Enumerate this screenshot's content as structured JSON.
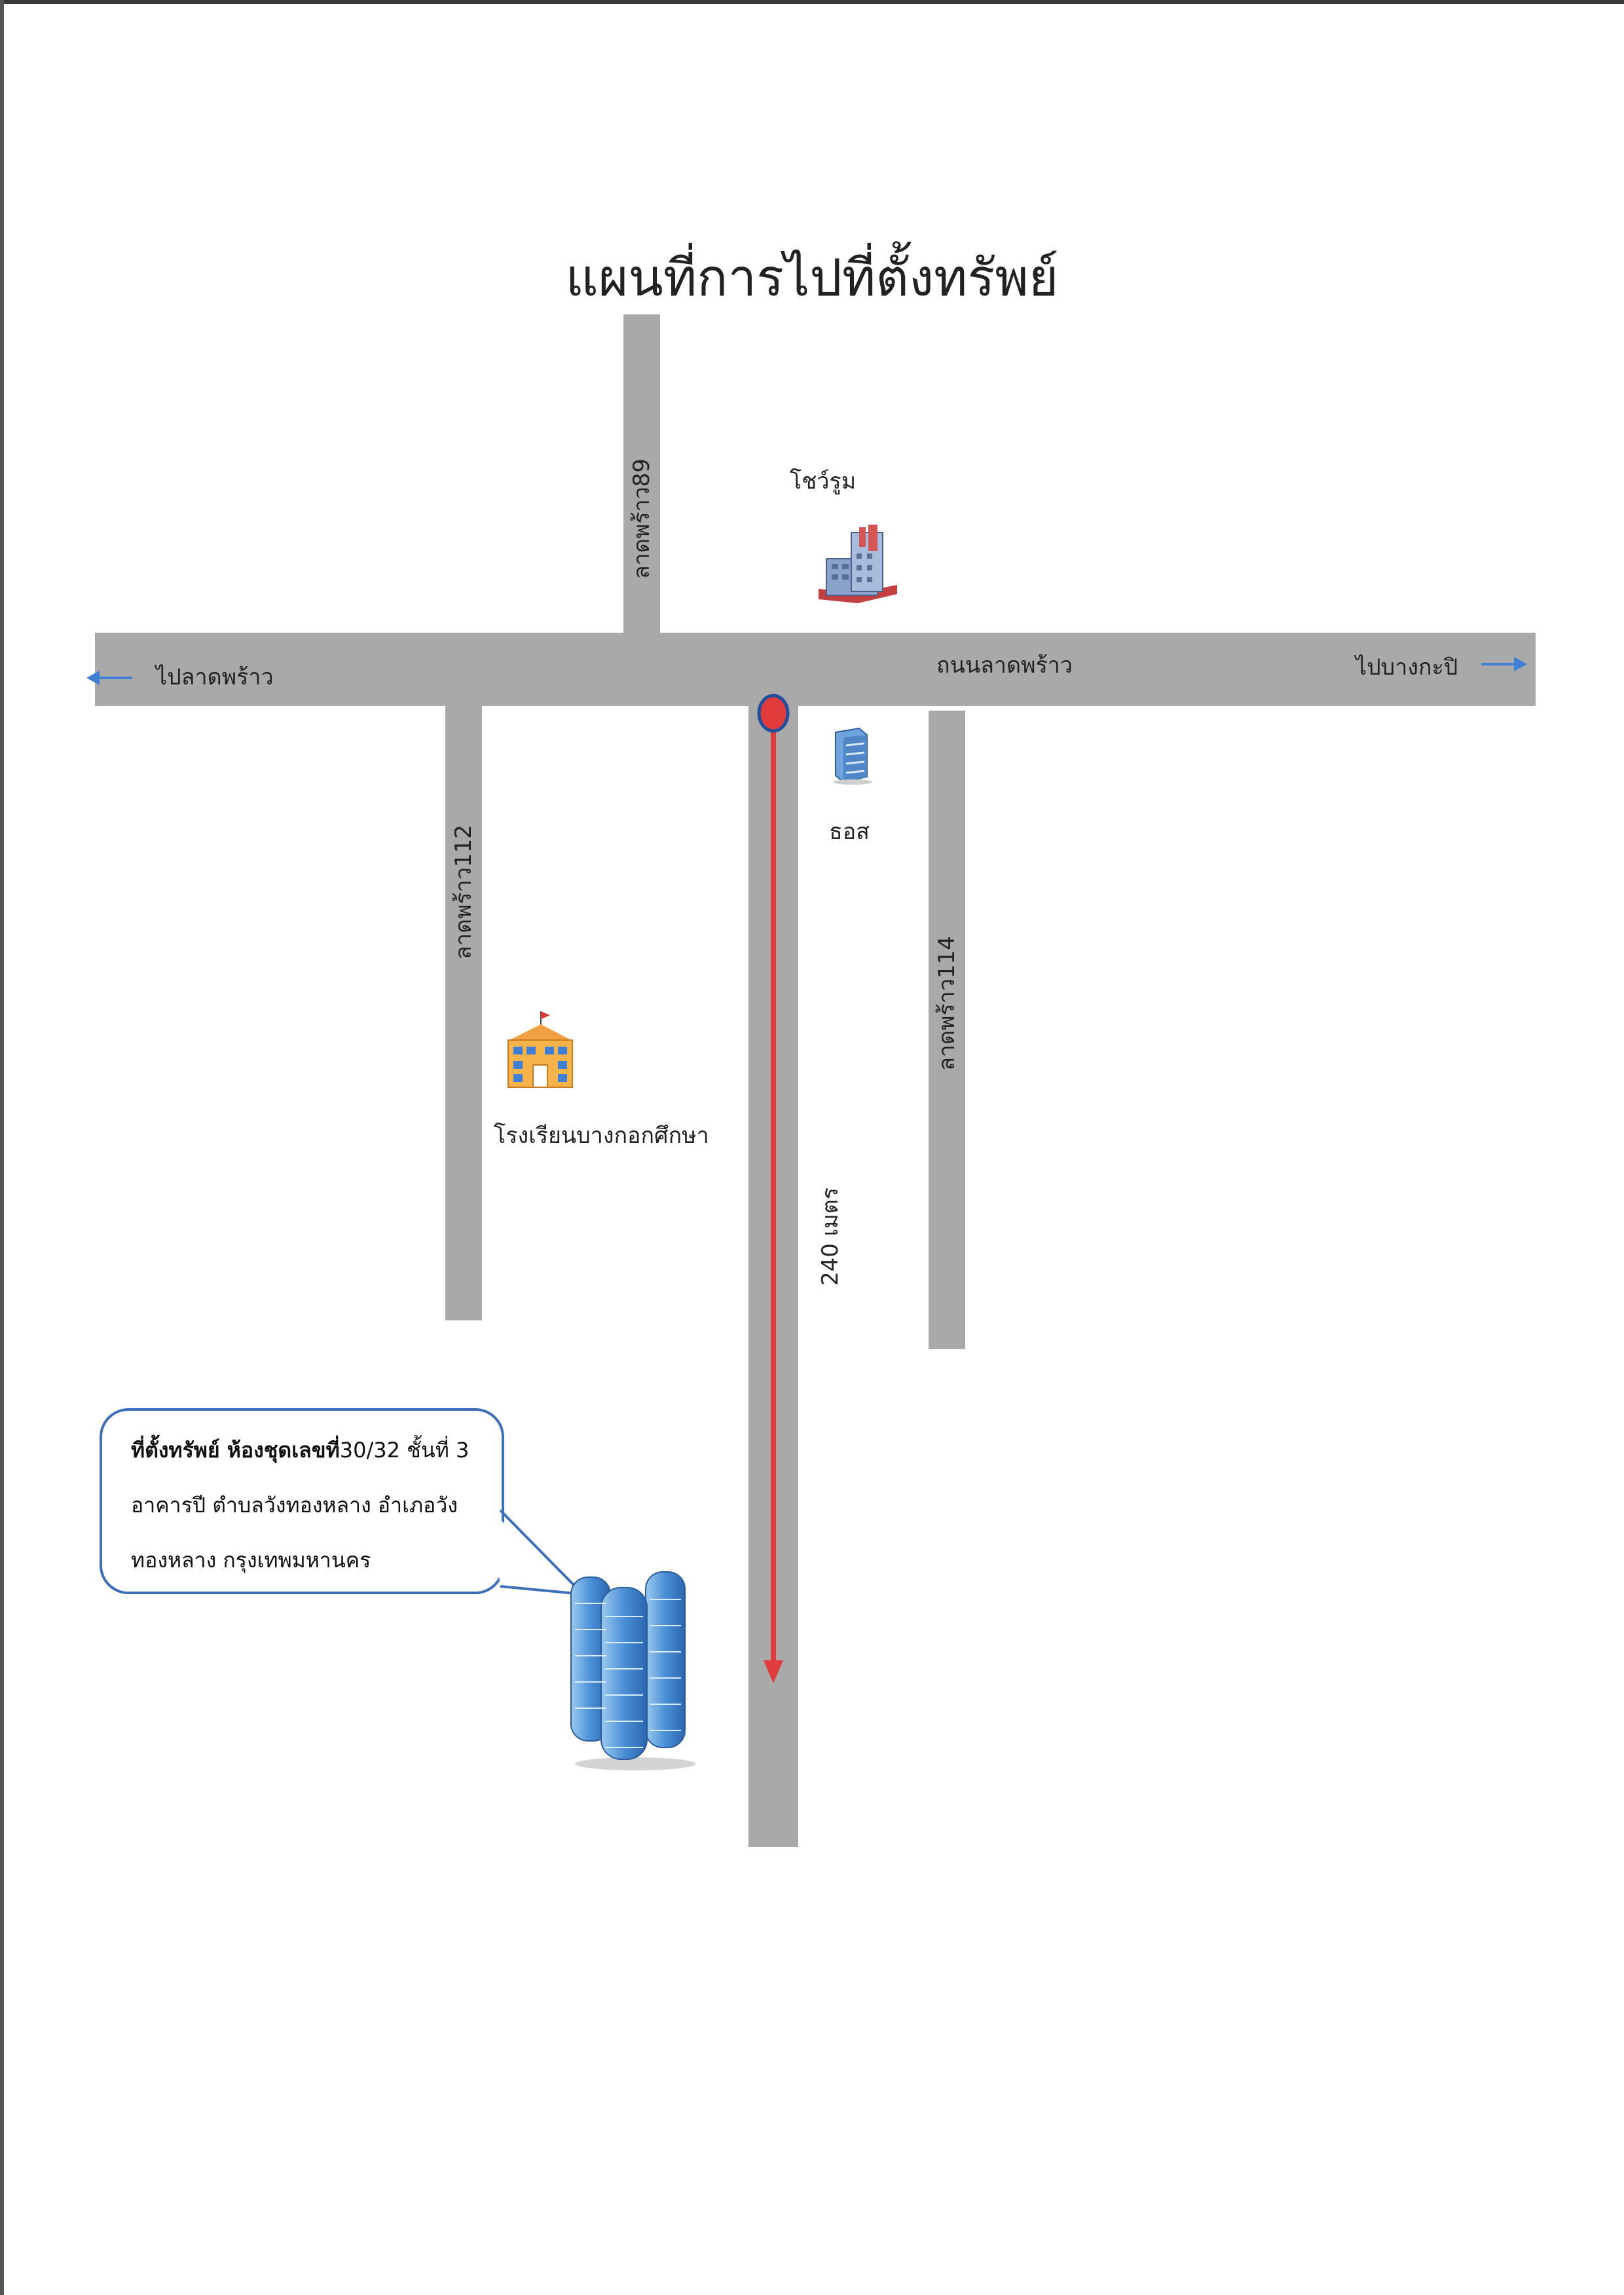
{
  "map": {
    "title": "แผนที่การไปที่ตั้งทรัพย์",
    "main_road_label": "ถนนลาดพร้าว",
    "left_direction_label": "ไปลาดพร้าว",
    "right_direction_label": "ไปบางกะปิ",
    "soi_89_label": "ลาดพร้าว89",
    "soi_112_label": "ลาดพร้าว112",
    "soi_114_label": "ลาดพร้าว114",
    "distance_label": "240 เมตร",
    "landmarks": {
      "showroom": "โชว์รูม",
      "bank": "ธอส",
      "school": "โรงเรียนบางกอกศึกษา"
    },
    "callout": {
      "bold_lead": "ที่ตั้งทรัพย์ ห้องชุดเลขที่",
      "line1_rest": "30/32 ชั้นที่ 3",
      "line2": "อาคารปี ตำบลวังทองหลาง อำเภอวัง",
      "line3": "ทองหลาง กรุงเทพมหานคร"
    },
    "colors": {
      "road": "#a9a9a9",
      "route": "#e23b3b",
      "direction_arrow": "#3f7fd6",
      "callout_border": "#3d6fb8"
    },
    "icons": [
      "factory-icon",
      "office-building-icon",
      "school-icon",
      "condo-tower-icon"
    ]
  }
}
